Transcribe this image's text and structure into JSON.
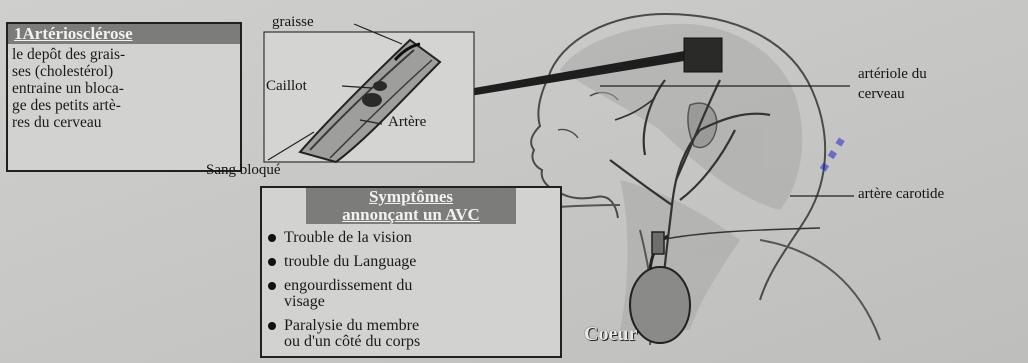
{
  "box1": {
    "title": "1Artériosclérose",
    "lines": [
      "le depôt des grais-",
      "ses (cholestérol)",
      "entraine un bloca-",
      "ge des petits artè-",
      "res du cerveau"
    ]
  },
  "inset_labels": {
    "graisse": "graisse",
    "caillot": "Caillot",
    "artere": "Artère",
    "sang_bloque": "Sang bloqué"
  },
  "head_labels": {
    "arteriole_line1": "artériole du",
    "arteriole_line2": "cerveau",
    "carotide": "artère carotide",
    "coeur": "Coeur"
  },
  "symptoms": {
    "title_line1": "Symptômes",
    "title_line2": "annonçant un AVC",
    "items": [
      {
        "text": "Trouble de la vision"
      },
      {
        "text": "trouble du Language"
      },
      {
        "text": "engourdissement du",
        "text2": "visage"
      },
      {
        "text": "Paralysie du membre",
        "text2": "ou d'un côté du corps"
      }
    ]
  },
  "watermark": "..."
}
